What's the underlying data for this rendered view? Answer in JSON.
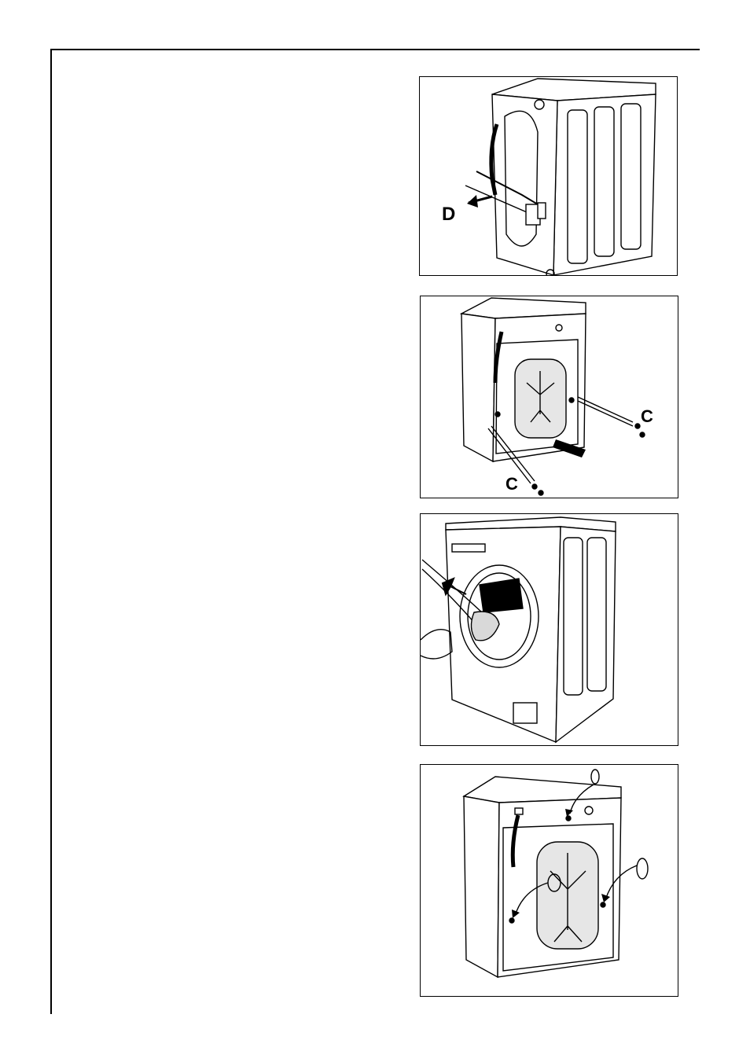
{
  "figures": [
    {
      "id": "remove-bracket",
      "labels": [
        "D"
      ]
    },
    {
      "id": "remove-bolts",
      "labels": [
        "C",
        "C"
      ]
    },
    {
      "id": "remove-packing-from-drum",
      "labels": []
    },
    {
      "id": "insert-plugs",
      "labels": []
    }
  ],
  "colors": {
    "line": "#000000",
    "shade": "#d9d9d9",
    "background": "#ffffff"
  }
}
